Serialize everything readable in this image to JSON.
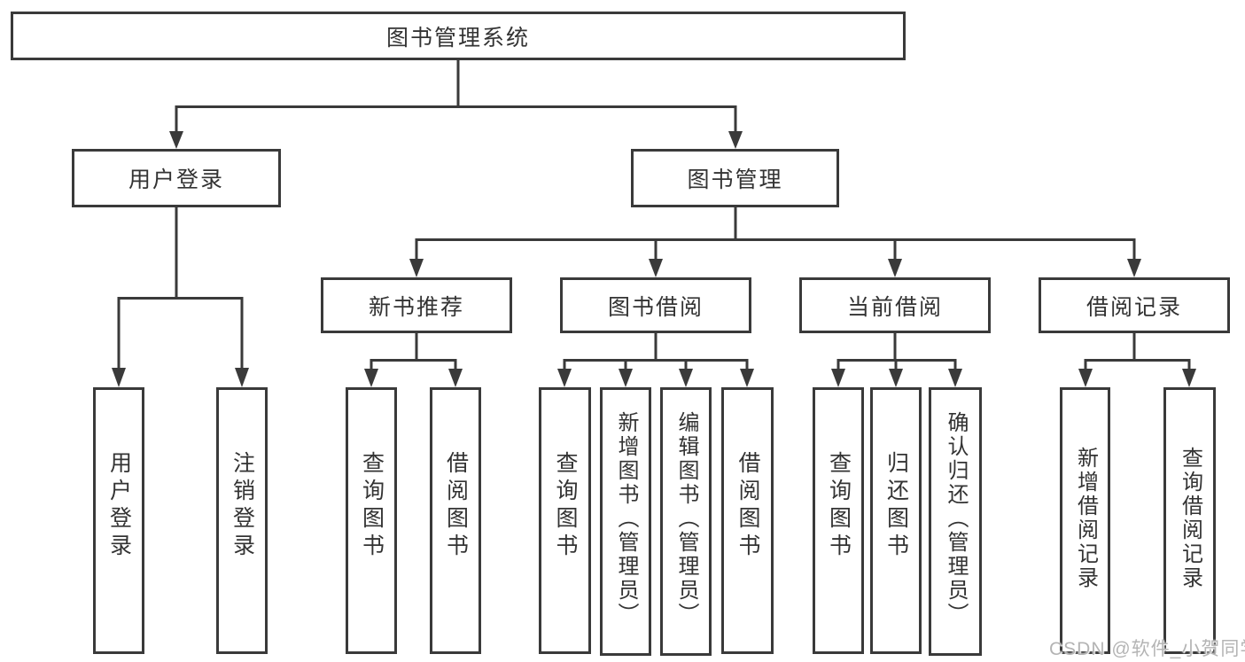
{
  "tree": {
    "root": {
      "label": "图书管理系统",
      "children": [
        {
          "label": "用户登录",
          "children": [
            {
              "label": "用户登录"
            },
            {
              "label": "注销登录"
            }
          ]
        },
        {
          "label": "图书管理",
          "children": [
            {
              "label": "新书推荐",
              "children": [
                {
                  "label": "查询图书"
                },
                {
                  "label": "借阅图书"
                }
              ]
            },
            {
              "label": "图书借阅",
              "children": [
                {
                  "label": "查询图书"
                },
                {
                  "label": "新增图书（管理员）"
                },
                {
                  "label": "编辑图书（管理员）"
                },
                {
                  "label": "借阅图书"
                }
              ]
            },
            {
              "label": "当前借阅",
              "children": [
                {
                  "label": "查询图书"
                },
                {
                  "label": "归还图书"
                },
                {
                  "label": "确认归还（管理员）"
                }
              ]
            },
            {
              "label": "借阅记录",
              "children": [
                {
                  "label": "新增借阅记录"
                },
                {
                  "label": "查询借阅记录"
                }
              ]
            }
          ]
        }
      ]
    }
  },
  "watermark": "CSDN @软件_小贺同学",
  "colors": {
    "line": "#3a3a3a",
    "text": "#333333",
    "watermark": "#b4b4b4",
    "background": "#ffffff"
  }
}
